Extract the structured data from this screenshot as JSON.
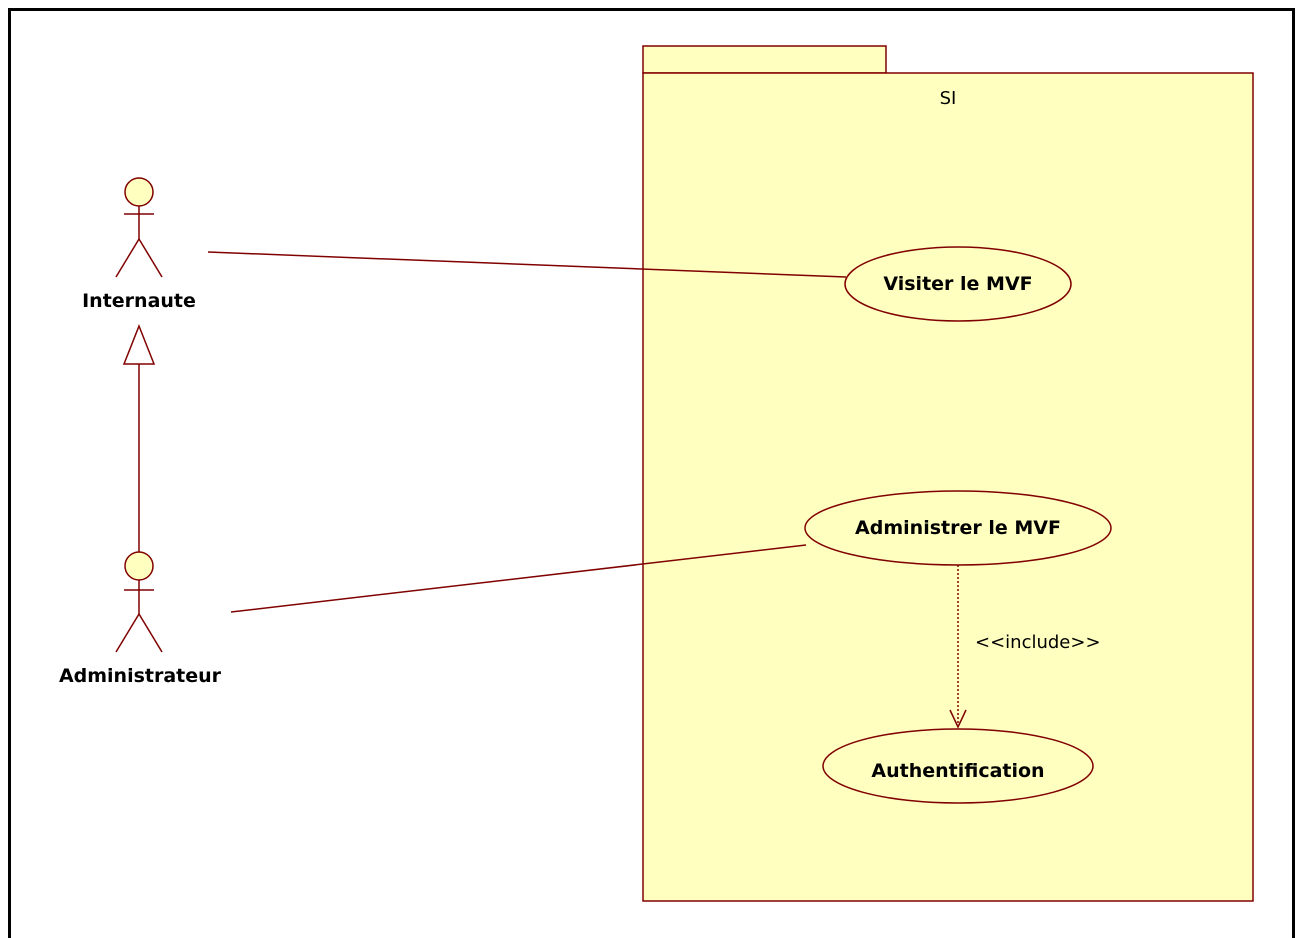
{
  "colors": {
    "stroke": "#800000",
    "fill": "#ffffc0",
    "frame": "#000000",
    "text": "#000000"
  },
  "package": {
    "name": "SI"
  },
  "actors": [
    {
      "id": "internaute",
      "label": "Internaute"
    },
    {
      "id": "administrateur",
      "label": "Administrateur"
    }
  ],
  "use_cases": [
    {
      "id": "visiter",
      "label": "Visiter le MVF"
    },
    {
      "id": "administrer",
      "label": "Administrer le MVF"
    },
    {
      "id": "auth",
      "label": "Authentification"
    }
  ],
  "relations": [
    {
      "type": "association",
      "from": "internaute",
      "to": "visiter"
    },
    {
      "type": "association",
      "from": "administrateur",
      "to": "administrer"
    },
    {
      "type": "generalization",
      "from": "administrateur",
      "to": "internaute"
    },
    {
      "type": "include",
      "from": "administrer",
      "to": "auth",
      "label": "<<include>>"
    }
  ]
}
